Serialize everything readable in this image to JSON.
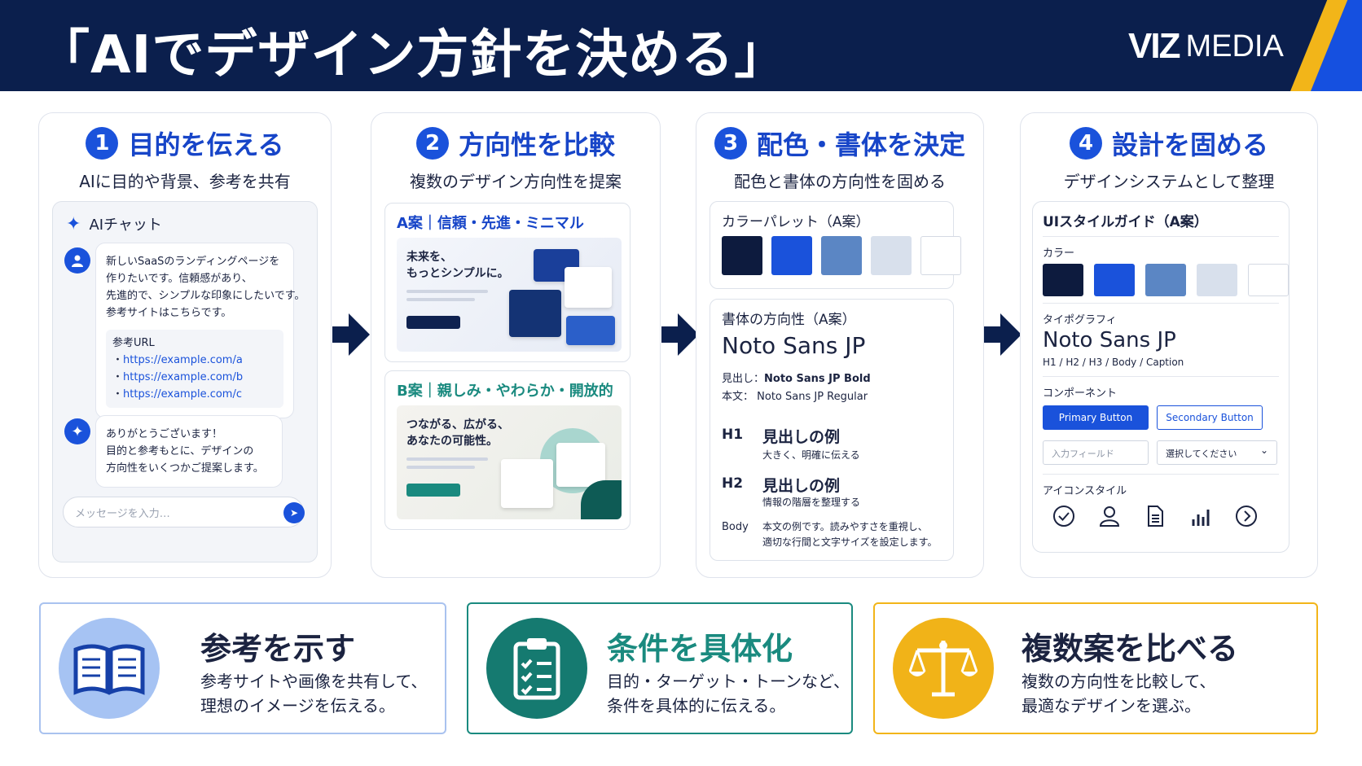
{
  "header": {
    "title": "「AIでデザイン方針を決める」",
    "brand_viz": "VIZ",
    "brand_media": "MEDIA"
  },
  "colors": {
    "navy": "#0b1f4d",
    "blue": "#1a52db",
    "teal": "#1a8a7f",
    "amber": "#f2b519"
  },
  "steps": [
    {
      "num": "1",
      "title": "目的を伝える",
      "subtitle": "AIに目的や背景、参考を共有"
    },
    {
      "num": "2",
      "title": "方向性を比較",
      "subtitle": "複数のデザイン方向性を提案"
    },
    {
      "num": "3",
      "title": "配色・書体を決定",
      "subtitle": "配色と書体の方向性を固める"
    },
    {
      "num": "4",
      "title": "設計を固める",
      "subtitle": "デザインシステムとして整理"
    }
  ],
  "chat": {
    "header": "AIチャット",
    "user_lines": [
      "新しいSaaSのランディングページを",
      "作りたいです。信頼感があり、",
      "先進的で、シンプルな印象にしたいです。",
      "参考サイトはこちらです。"
    ],
    "ref_label": "参考URL",
    "ref_links": [
      "https://example.com/a",
      "https://example.com/b",
      "https://example.com/c"
    ],
    "ai_lines": [
      "ありがとうございます！",
      "目的と参考もとに、デザインの",
      "方向性をいくつかご提案します。"
    ],
    "input_placeholder": "メッセージを入力…",
    "send_icon": "send-icon"
  },
  "proposals": [
    {
      "title": "A案｜信頼・先進・ミニマル",
      "headline_lines": [
        "未来を、",
        "もっとシンプルに。"
      ]
    },
    {
      "title": "B案｜親しみ・やわらか・開放的",
      "headline_lines": [
        "つながる、広がる、",
        "あなたの可能性。"
      ]
    }
  ],
  "palette": {
    "label": "カラーパレット（A案）",
    "colors": [
      "#0d1b3e",
      "#1a52db",
      "#5b86c4",
      "#d8e0ec",
      "#ffffff"
    ]
  },
  "typeface": {
    "label": "書体の方向性（A案）",
    "font_name": "Noto Sans JP",
    "heading_label": "見出し：",
    "heading_value": "Noto Sans JP Bold",
    "body_label": "本文：",
    "body_value": "Noto Sans JP Regular",
    "levels": [
      {
        "tag": "H1",
        "text": "見出しの例",
        "note": "大きく、明確に伝える"
      },
      {
        "tag": "H2",
        "text": "見出しの例",
        "note": "情報の階層を整理する"
      }
    ],
    "body_tag": "Body",
    "body_text_lines": [
      "本文の例です。読みやすさを重視し、",
      "適切な行間と文字サイズを設定します。"
    ]
  },
  "style_guide": {
    "title": "UIスタイルガイド（A案）",
    "color_label": "カラー",
    "colors": [
      "#0d1b3e",
      "#1a52db",
      "#5b86c4",
      "#d8e0ec",
      "#ffffff"
    ],
    "typo_label": "タイポグラフィ",
    "font_name": "Noto Sans JP",
    "hierarchy": "H1 / H2 / H3 / Body / Caption",
    "component_label": "コンポーネント",
    "primary_button": "Primary Button",
    "secondary_button": "Secondary Button",
    "input_placeholder": "入力フィールド",
    "select_value": "選択してください",
    "icon_label": "アイコンスタイル",
    "icons": [
      "check-circle-icon",
      "user-icon",
      "document-icon",
      "bar-chart-icon",
      "arrow-circle-icon"
    ]
  },
  "tips": [
    {
      "title": "参考を示す",
      "desc_lines": [
        "参考サイトや画像を共有して、",
        "理想のイメージを伝える。"
      ],
      "icon": "book-icon"
    },
    {
      "title": "条件を具体化",
      "desc_lines": [
        "目的・ターゲット・トーンなど、",
        "条件を具体的に伝える。"
      ],
      "icon": "clipboard-icon"
    },
    {
      "title": "複数案を比べる",
      "desc_lines": [
        "複数の方向性を比較して、",
        "最適なデザインを選ぶ。"
      ],
      "icon": "scale-icon"
    }
  ]
}
